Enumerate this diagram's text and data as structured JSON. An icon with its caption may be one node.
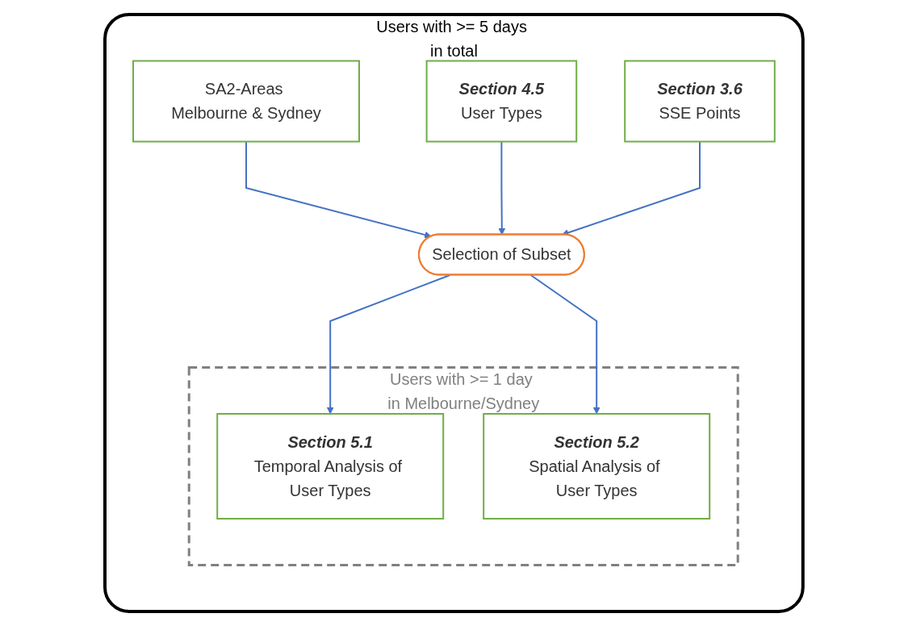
{
  "diagram": {
    "nodes": [
      {
        "text": [
          "Users with >= 5 days in total"
        ]
      },
      {
        "text": [
          "SA2-Areas Melbourne & Sydney"
        ],
        "in": 0
      },
      {
        "text": [
          "Section 4.5",
          "User Types"
        ],
        "in": 0
      },
      {
        "text": [
          "Selection of Subset"
        ],
        "in": 0
      },
      {
        "text": [
          "Section 3.6",
          "SSE Points"
        ],
        "in": 0
      },
      {
        "text": [
          "Users with >= 1 day in Melbourne/Sydney"
        ],
        "in": 0
      },
      {
        "text": [
          "Section 5.1",
          "Temporal Analysis of User Types"
        ],
        "in": 5
      },
      {
        "text": [
          "Section 5.2",
          "Spatial Analysis of User Types"
        ],
        "in": 5
      }
    ],
    "edges": [
      {
        "from": 1,
        "to": 3,
        "arrow": "to"
      },
      {
        "from": 2,
        "to": 3,
        "arrow": "to"
      },
      {
        "from": 4,
        "to": 3,
        "arrow": "to"
      },
      {
        "from": 3,
        "to": 6,
        "arrow": "to"
      },
      {
        "from": 3,
        "to": 7,
        "arrow": "to"
      }
    ]
  }
}
